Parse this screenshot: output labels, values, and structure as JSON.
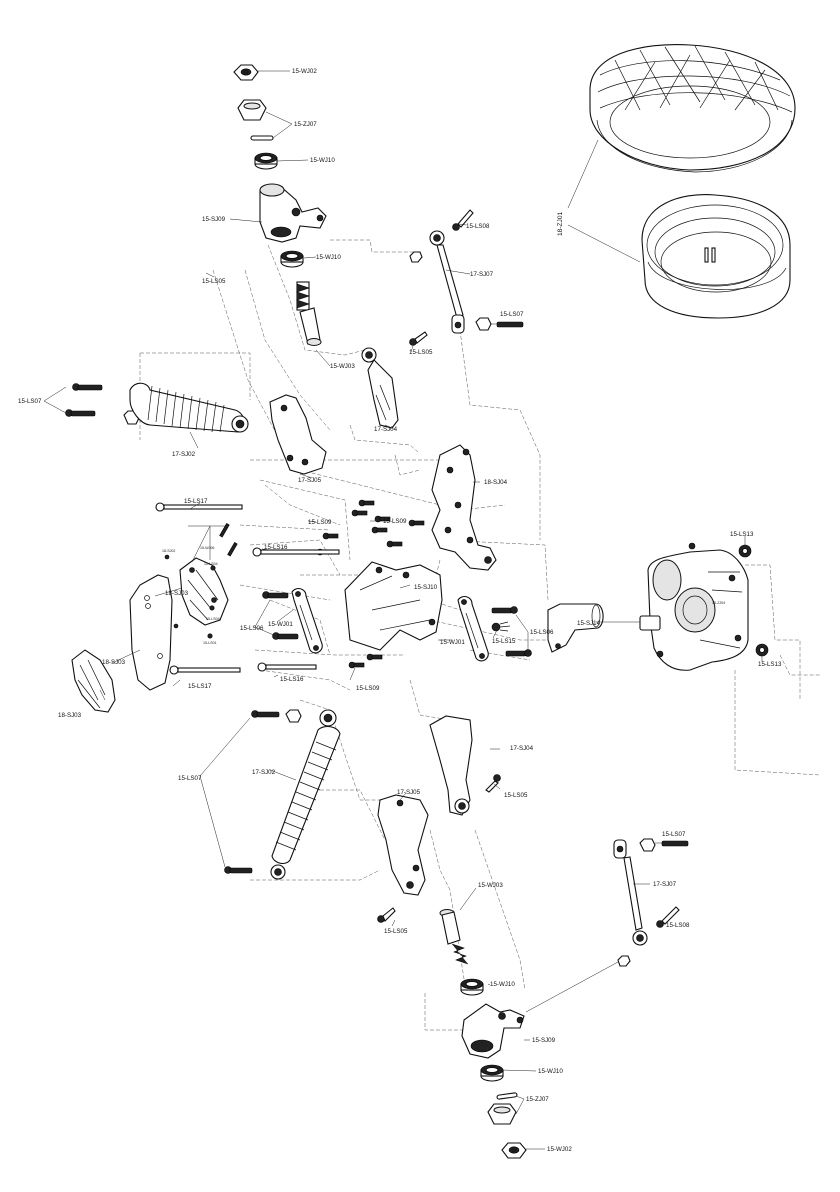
{
  "labels": {
    "wj02_top": "15-WJ02",
    "zj07_top": "15-ZJ07",
    "wj10_top": "15-WJ10",
    "sj09_top": "15-SJ09",
    "wj10_top2": "15-WJ10",
    "ls08_top": "15-LS08",
    "sj07_top": "17-SJ07",
    "ls07_top": "15-LS07",
    "ls05_left": "15-LS05",
    "wj03_top": "15-WJ03",
    "ls05_mid": "15-LS05",
    "zj01": "18-ZJ01",
    "ls07_left": "15-LS07",
    "sj02_top": "17-SJ02",
    "sj04_top": "17-SJ04",
    "sj05_top": "17-SJ05",
    "sj04_18": "18-SJ04",
    "ls17_top": "15-LS17",
    "ls09_top": "15-LS09",
    "ls09_mid": "15-LS09",
    "ls16_top": "15-LS16",
    "sj02_small": "18-SJ02",
    "wj06_small": "15-WJ06",
    "ls_small_1": "15-LS04",
    "ls_small_2": "15-LS04",
    "ls_small_3": "15-LS01",
    "sj03_mid": "18-SJ03",
    "sj03_lower": "18-SJ03",
    "sj03_bottom": "18-SJ03",
    "ls06_left": "15-LS06",
    "wj01_left": "15-WJ01",
    "sj10": "15-SJ10",
    "wj01_right": "15-WJ01",
    "ls15": "15-LS15",
    "ls06_right": "15-LS06",
    "sj14": "15-SJ14",
    "ls13_top": "15-LS13",
    "zj04": "15-ZJ04",
    "ls13_bottom": "15-LS13",
    "ls17_bottom": "15-LS17",
    "ls16_bottom": "15-LS16",
    "ls09_bottom": "15-LS09",
    "sj04_bottom": "17-SJ04",
    "ls05_bottom_right": "15-LS05",
    "ls07_lower_left": "15-LS07",
    "sj02_bottom": "17-SJ02",
    "sj05_bottom": "17-SJ05",
    "ls05_bottom": "15-LS05",
    "wj03_bottom": "15-WJ03",
    "wj10_bottom": "15-WJ10",
    "sj09_bottom": "15-SJ09",
    "wj10_bottom2": "15-WJ10",
    "zj07_bottom": "15-ZJ07",
    "wj02_bottom": "15-WJ02",
    "ls07_bottom_right": "15-LS07",
    "sj07_bottom": "17-SJ07",
    "ls08_bottom": "15-LS08"
  },
  "colors": {
    "line": "#111111",
    "shade": "#e4e4e4",
    "background": "#ffffff"
  }
}
